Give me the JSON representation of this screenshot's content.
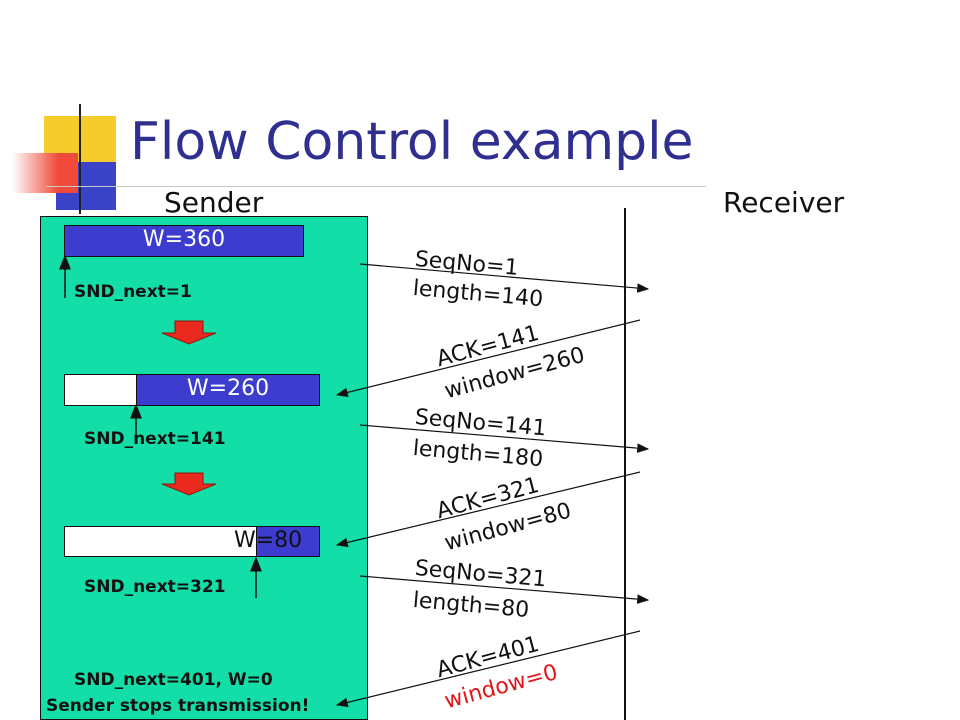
{
  "title": "Flow Control example",
  "headers": {
    "sender": "Sender",
    "receiver": "Receiver"
  },
  "sender": {
    "window1": "W=360",
    "snd_next1": "SND_next=1",
    "window2": "W=260",
    "snd_next2": "SND_next=141",
    "window3": "W=80",
    "snd_next3": "SND_next=321",
    "final_state": "SND_next=401,  W=0",
    "stop_note": "Sender stops transmission!"
  },
  "messages": {
    "m1_seq": "SeqNo=1",
    "m1_len": "length=140",
    "a1_ack": "ACK=141",
    "a1_win": "window=260",
    "m2_seq": "SeqNo=141",
    "m2_len": "length=180",
    "a2_ack": "ACK=321",
    "a2_win": "window=80",
    "m3_seq": "SeqNo=321",
    "m3_len": "length=80",
    "a3_ack": "ACK=401",
    "a3_win": "window=0"
  },
  "colors": {
    "panel": "#14dea8",
    "window_bar": "#3c3ccf",
    "title": "#2e2f8f",
    "highlight": "#e0161a"
  }
}
